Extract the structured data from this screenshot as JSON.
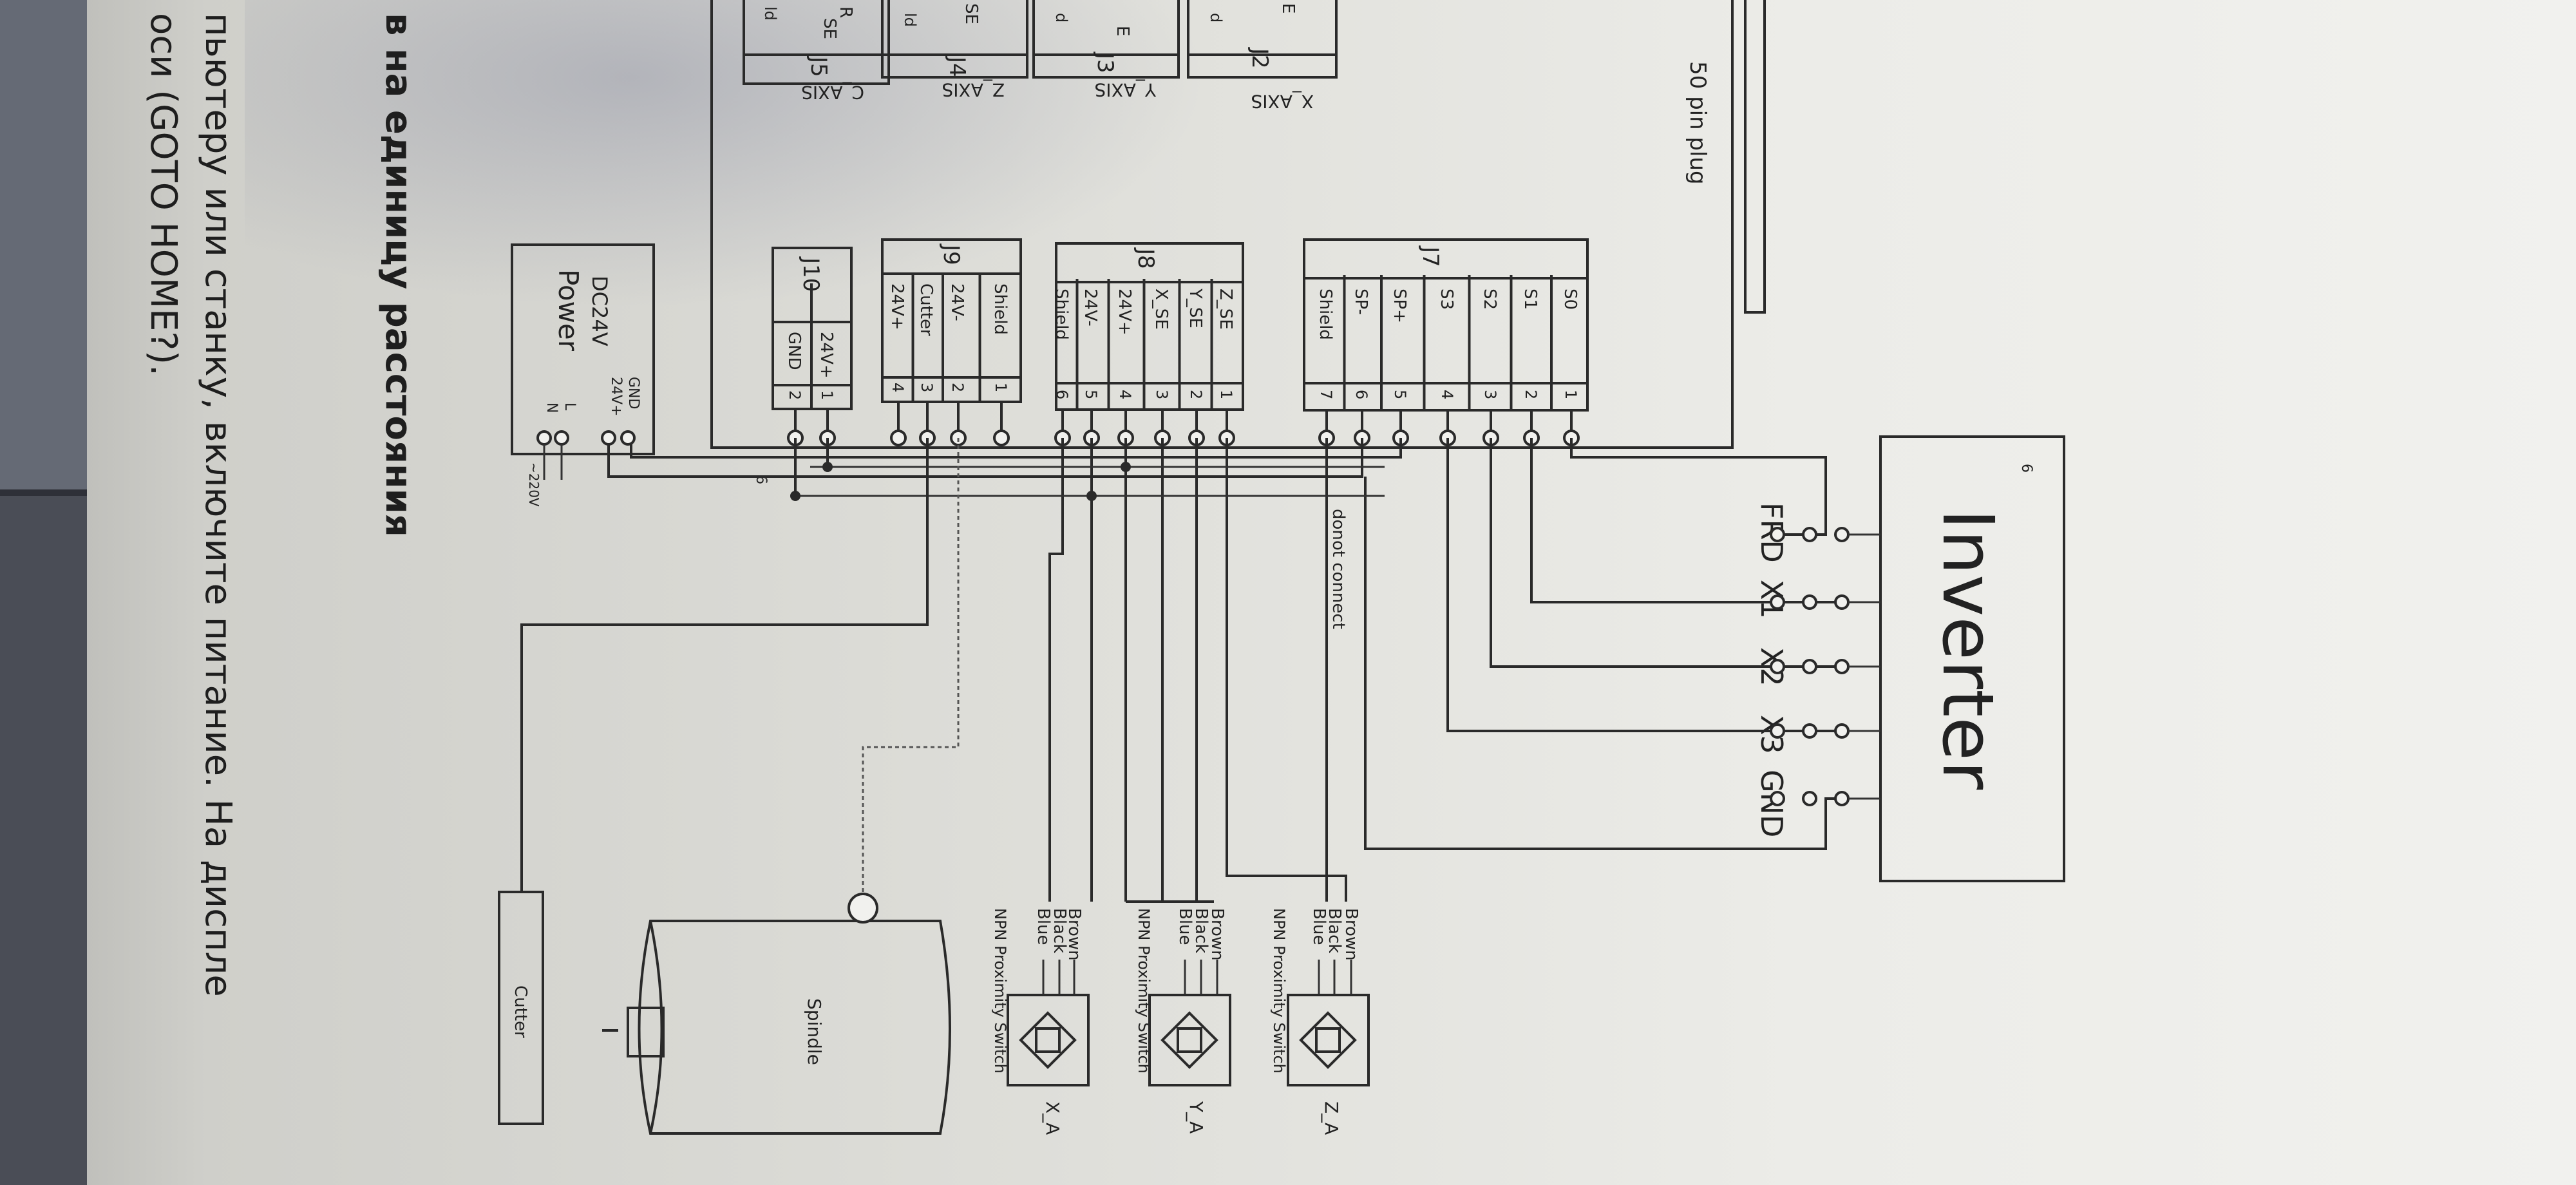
{
  "page": {
    "heading": "в на единицу расстояния",
    "line1": "пьютеру или станку, включите питание. На диспле",
    "line2": "оси (GOTO HOME?)."
  },
  "axis_blocks": [
    {
      "name": "C_AXIS",
      "conn": "J5",
      "rows": [
        "SE",
        "R",
        "ld"
      ]
    },
    {
      "name": "Z_AXIS",
      "conn": "J4",
      "rows": [
        "SE",
        "ld"
      ]
    },
    {
      "name": "Y_AXIS",
      "conn": "J3",
      "rows": [
        "E",
        "d"
      ]
    },
    {
      "name": "X_AXIS",
      "conn": "J2",
      "rows": [
        "E",
        "d"
      ]
    }
  ],
  "plug_label": "50 pin plug",
  "inverter": {
    "title": "Inverter",
    "mark": "6",
    "terminals": [
      "FRD",
      "X1",
      "X2",
      "X3",
      "GND"
    ]
  },
  "connectors": {
    "J7": {
      "title": "J7",
      "pins": [
        "S0",
        "S1",
        "S2",
        "S3",
        "SP+",
        "SP-",
        "Shield"
      ],
      "nums": [
        "1",
        "2",
        "3",
        "4",
        "5",
        "6",
        "7"
      ]
    },
    "J8": {
      "title": "J8",
      "pins": [
        "Z_SE",
        "Y_SE",
        "X_SE",
        "24V+",
        "24V-",
        "Shield"
      ],
      "nums": [
        "1",
        "2",
        "3",
        "4",
        "5",
        "6"
      ]
    },
    "J9": {
      "title": "J9",
      "pins": [
        "Shield",
        "24V-",
        "Cutter",
        "24V+"
      ],
      "nums": [
        "1",
        "2",
        "3",
        "4"
      ]
    },
    "J10": {
      "title": "J10",
      "pins": [
        "24V+",
        "GND"
      ],
      "nums": [
        "1",
        "2"
      ]
    }
  },
  "power": {
    "title": "Power",
    "subtitle": "DC24V",
    "terms_left": [
      "GND",
      "24V+"
    ],
    "terms_right": [
      "L",
      "N"
    ],
    "ac": "~220V",
    "mark": "6"
  },
  "donot_connect": "donot connect",
  "sensors": [
    {
      "wires": [
        "Brown",
        "Black",
        "Blue"
      ],
      "label": "NPN Proximity Switch",
      "axis": "Z_A"
    },
    {
      "wires": [
        "Brown",
        "Black",
        "Blue"
      ],
      "label": "NPN Proximity Switch",
      "axis": "Y_A"
    },
    {
      "wires": [
        "Brown",
        "Black",
        "Blue"
      ],
      "label": "NPN Proximity Switch",
      "axis": "X_A"
    }
  ],
  "spindle": "Spindle",
  "cutter": "Cutter"
}
